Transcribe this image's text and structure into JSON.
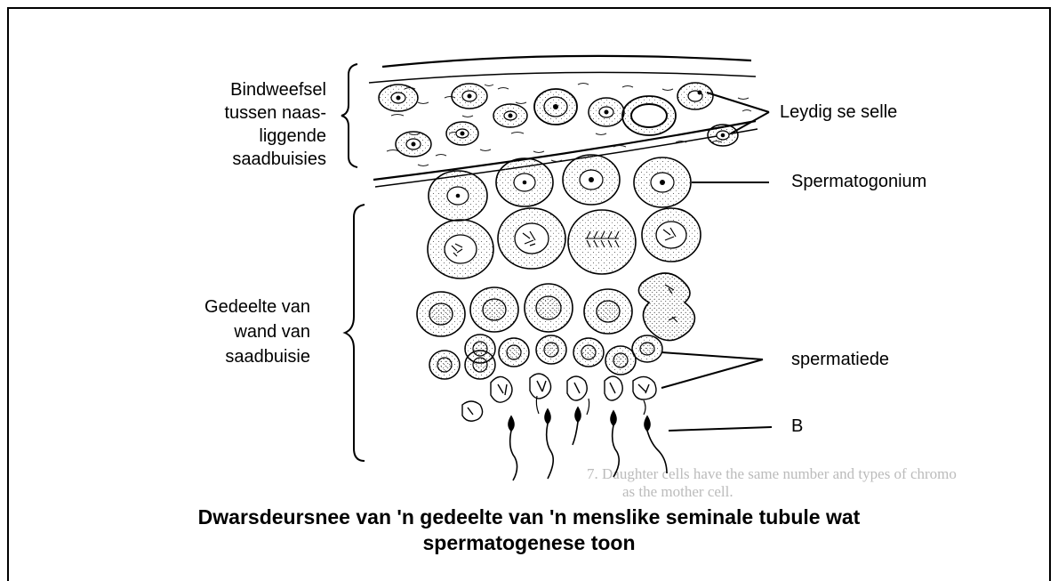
{
  "labels": {
    "bindweefsel_1": "Bindweefsel",
    "bindweefsel_2": "tussen naas-",
    "bindweefsel_3": "liggende",
    "bindweefsel_4": "saadbuisies",
    "gedeelte_1": "Gedeelte van",
    "gedeelte_2": "wand van",
    "gedeelte_3": "saadbuisie",
    "leydig": "Leydig se selle",
    "spermatogonium": "Spermatogonium",
    "spermatiede": "spermatiede",
    "b": "B"
  },
  "caption": {
    "line1": "Dwarsdeursnee van 'n gedeelte van 'n menslike seminale tubule wat",
    "line2": "spermatogenese toon"
  },
  "bleed_through": {
    "line1": "7. Daughter cells have the same number and types of chromo",
    "line2": "as the mother cell."
  }
}
